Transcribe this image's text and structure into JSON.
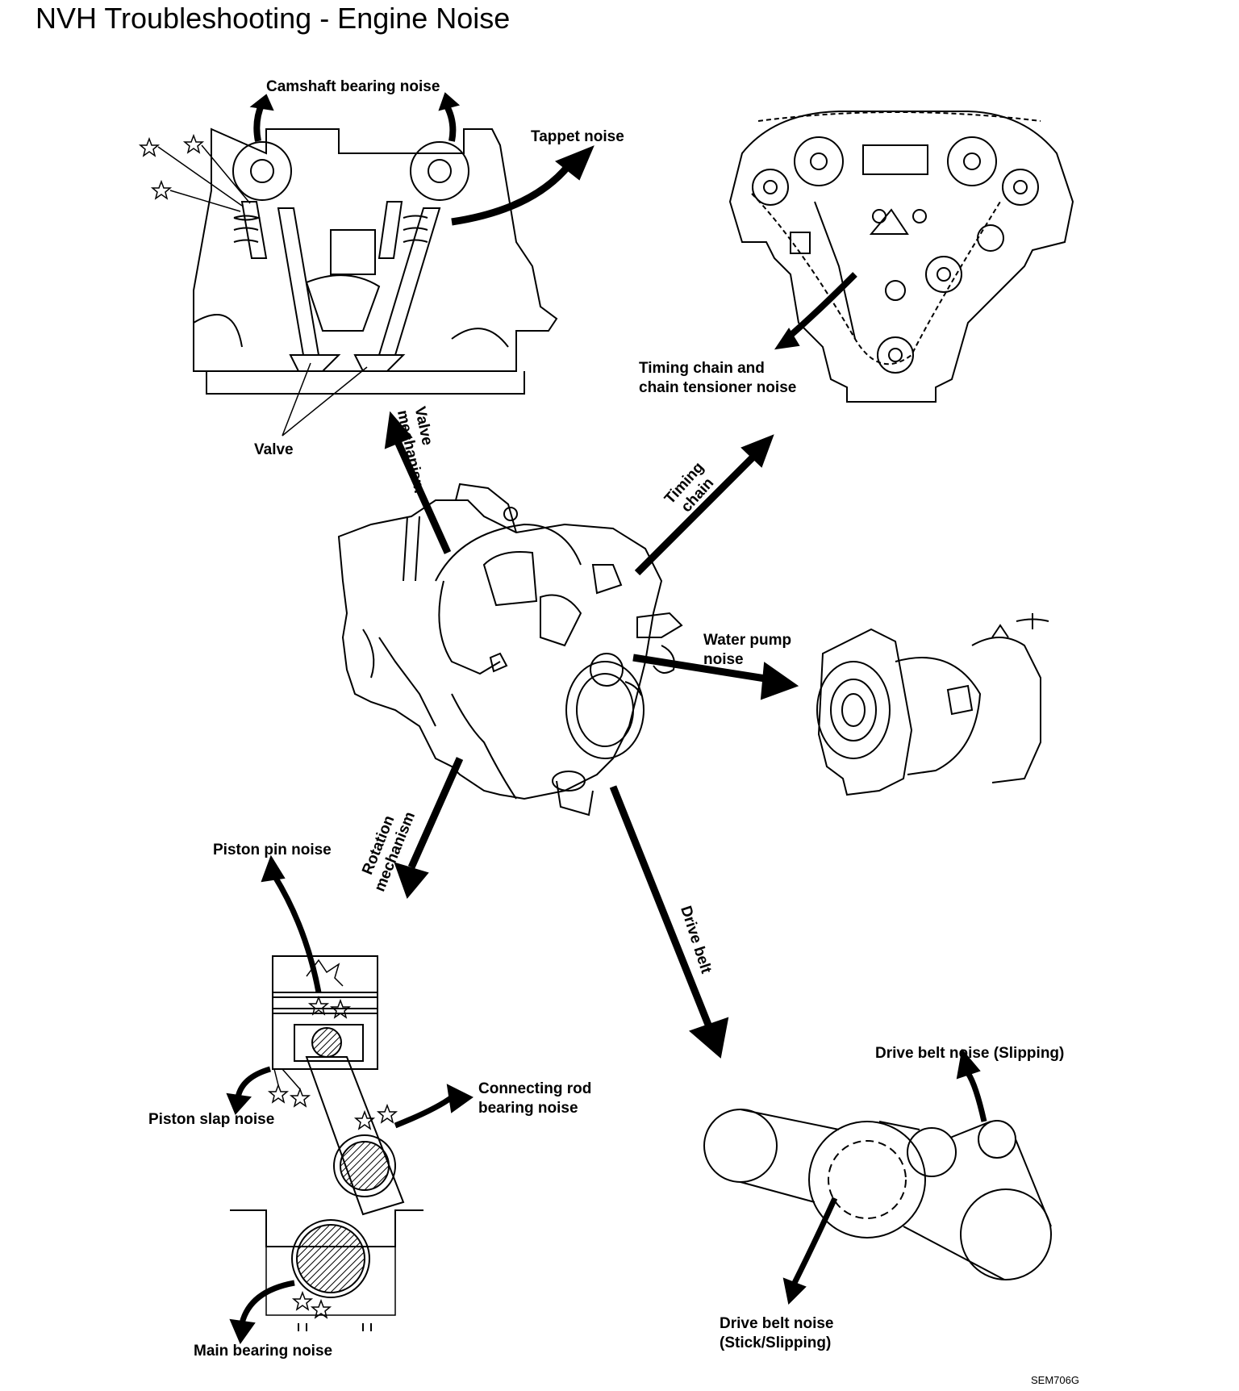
{
  "title": "NVH Troubleshooting - Engine Noise",
  "labels": {
    "camshaft_bearing_noise": "Camshaft bearing noise",
    "tappet_noise": "Tappet noise",
    "valve": "Valve",
    "valve_mechanism_1": "Valve",
    "valve_mechanism_2": "mechanism",
    "timing_chain_1": "Timing",
    "timing_chain_2": "chain",
    "timing_chain_noise_1": "Timing chain and",
    "timing_chain_noise_2": "chain tensioner noise",
    "water_pump_noise_1": "Water pump",
    "water_pump_noise_2": "noise",
    "rotation_mechanism_1": "Rotation",
    "rotation_mechanism_2": "mechanism",
    "drive_belt": "Drive belt",
    "piston_pin_noise": "Piston pin noise",
    "piston_slap_noise": "Piston slap noise",
    "connecting_rod_noise_1": "Connecting rod",
    "connecting_rod_noise_2": "bearing noise",
    "main_bearing_noise": "Main bearing noise",
    "drive_belt_slipping": "Drive belt noise (Slipping)",
    "drive_belt_stick_1": "Drive belt noise",
    "drive_belt_stick_2": "(Stick/Slipping)"
  },
  "figure_code": "SEM706G"
}
